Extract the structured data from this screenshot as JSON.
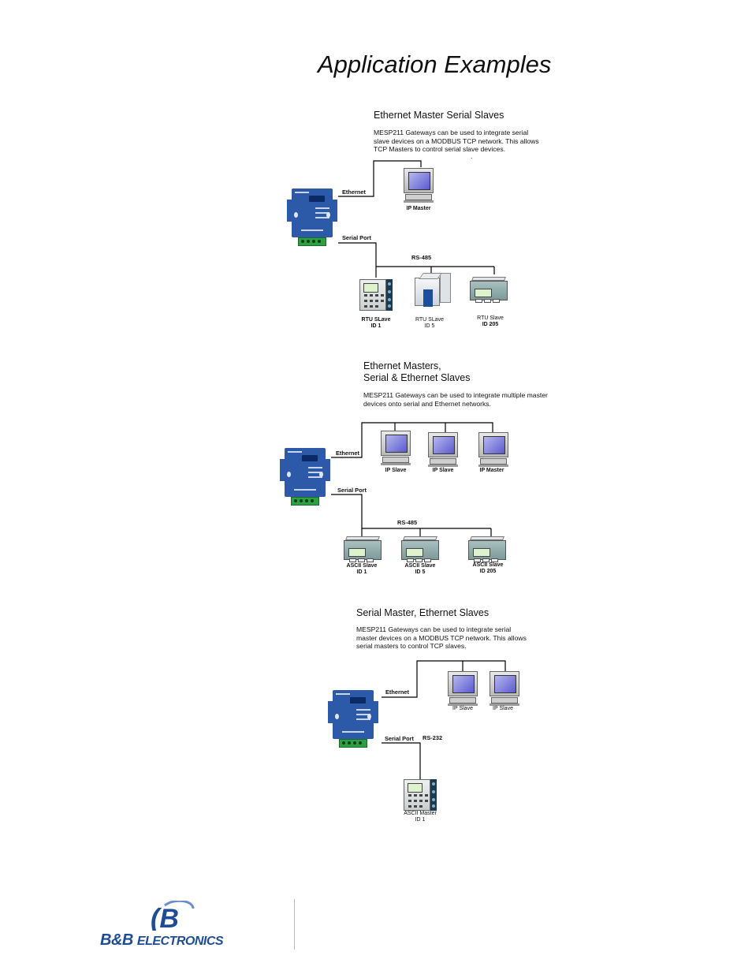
{
  "page_title": "Application Examples",
  "sections": [
    {
      "heading": "Ethernet Master Serial Slaves",
      "description": "MESP211 Gateways can be used to integrate serial\nslave devices on a MODBUS TCP network.  This allows\nTCP Masters to control serial slave devices.",
      "stray_mark": ".",
      "ethernet_label": "Ethernet",
      "serial_label": "Serial Port",
      "bus_label": "RS-485",
      "devices": [
        {
          "name": "IP Master",
          "id": ""
        },
        {
          "name": "RTU SLave",
          "id": "ID 1"
        },
        {
          "name": "RTU SLave",
          "id": "ID 5"
        },
        {
          "name": "RTU Slave",
          "id": "ID 205"
        }
      ]
    },
    {
      "heading_line1": "Ethernet Masters,",
      "heading_line2": "Serial & Ethernet Slaves",
      "description": "MESP211 Gateways can be used to integrate multiple master\ndevices onto serial and Ethernet networks.",
      "ethernet_label": "Ethernet",
      "serial_label": "Serial Port",
      "bus_label": "RS-485",
      "devices": [
        {
          "name": "IP Slave",
          "id": ""
        },
        {
          "name": "IP Slave",
          "id": ""
        },
        {
          "name": "IP Master",
          "id": ""
        },
        {
          "name": "ASCII Slave",
          "id": "ID 1"
        },
        {
          "name": "ASCII Slave",
          "id": "ID 5"
        },
        {
          "name": "ASCII Slave",
          "id": "ID 205"
        }
      ]
    },
    {
      "heading": "Serial Master, Ethernet Slaves",
      "description": "MESP211 Gateways can be used to integrate serial\nmaster devices on a MODBUS TCP network.  This allows\nserial masters to control TCP slaves.",
      "ethernet_label": "Ethernet",
      "serial_label": "Serial Port",
      "bus_label": "RS-232",
      "devices": [
        {
          "name": "IP Slave",
          "id": ""
        },
        {
          "name": "IP Slave",
          "id": ""
        },
        {
          "name": "ASCII Master",
          "id": "ID 1"
        }
      ]
    }
  ],
  "footer_logo": {
    "brand_top": "B&B",
    "brand_rest": "Electronics"
  },
  "colors": {
    "brand_blue": "#1f4d95",
    "gateway_blue": "#2c5aa8",
    "terminal_green": "#2ea043"
  }
}
